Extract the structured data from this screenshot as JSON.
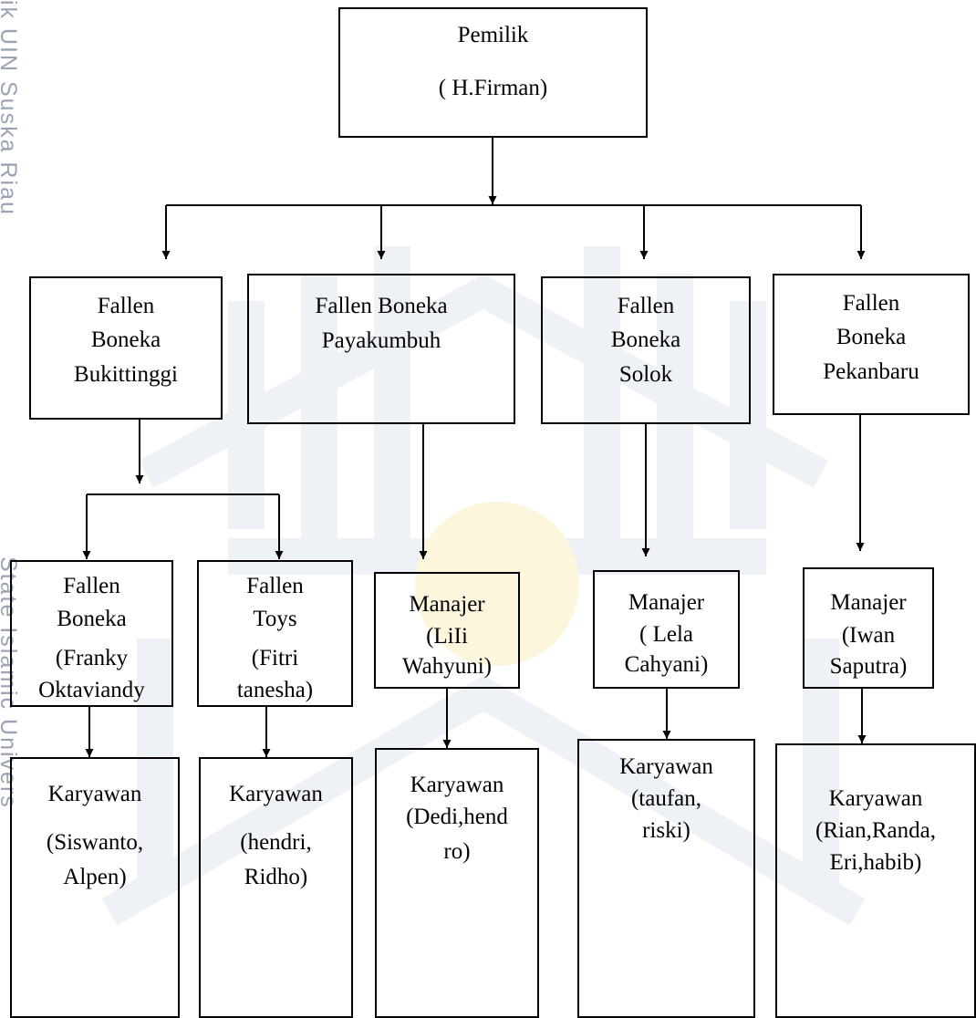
{
  "side_text": {
    "top": "ik UIN Suska Riau",
    "middle": "State Islamic Univers"
  },
  "owner": {
    "line1": "Pemilik",
    "line2": "( H.Firman)"
  },
  "branches": {
    "bukittinggi": [
      "Fallen",
      "Boneka",
      "Bukittinggi"
    ],
    "payakumbuh": [
      "Fallen Boneka",
      "Payakumbuh"
    ],
    "solok": [
      "Fallen",
      "Boneka",
      "Solok"
    ],
    "pekanbaru": [
      "Fallen",
      "Boneka",
      "Pekanbaru"
    ]
  },
  "managers": {
    "fallen_boneka": [
      "Fallen",
      "Boneka",
      "(Franky",
      "Oktaviandy"
    ],
    "fallen_toys": [
      "Fallen",
      "Toys",
      "(Fitri",
      "tanesha)"
    ],
    "payakumbuh": [
      "Manajer",
      "(LiIi",
      "Wahyuni)"
    ],
    "solok": [
      "Manajer",
      "( Lela",
      "Cahyani)"
    ],
    "pekanbaru": [
      "Manajer",
      "(Iwan",
      "Saputra)"
    ]
  },
  "employees": {
    "boneka": [
      "Karyawan",
      "(Siswanto,",
      "Alpen)"
    ],
    "toys": [
      "Karyawan",
      "(hendri,",
      "Ridho)"
    ],
    "payakumbuh": [
      "Karyawan",
      "(Dedi,hend",
      "ro)"
    ],
    "solok": [
      "Karyawan",
      "(taufan,",
      "riski)"
    ],
    "pekanbaru": [
      "Karyawan",
      "(Rian,Randa,",
      "Eri,habib)"
    ]
  }
}
